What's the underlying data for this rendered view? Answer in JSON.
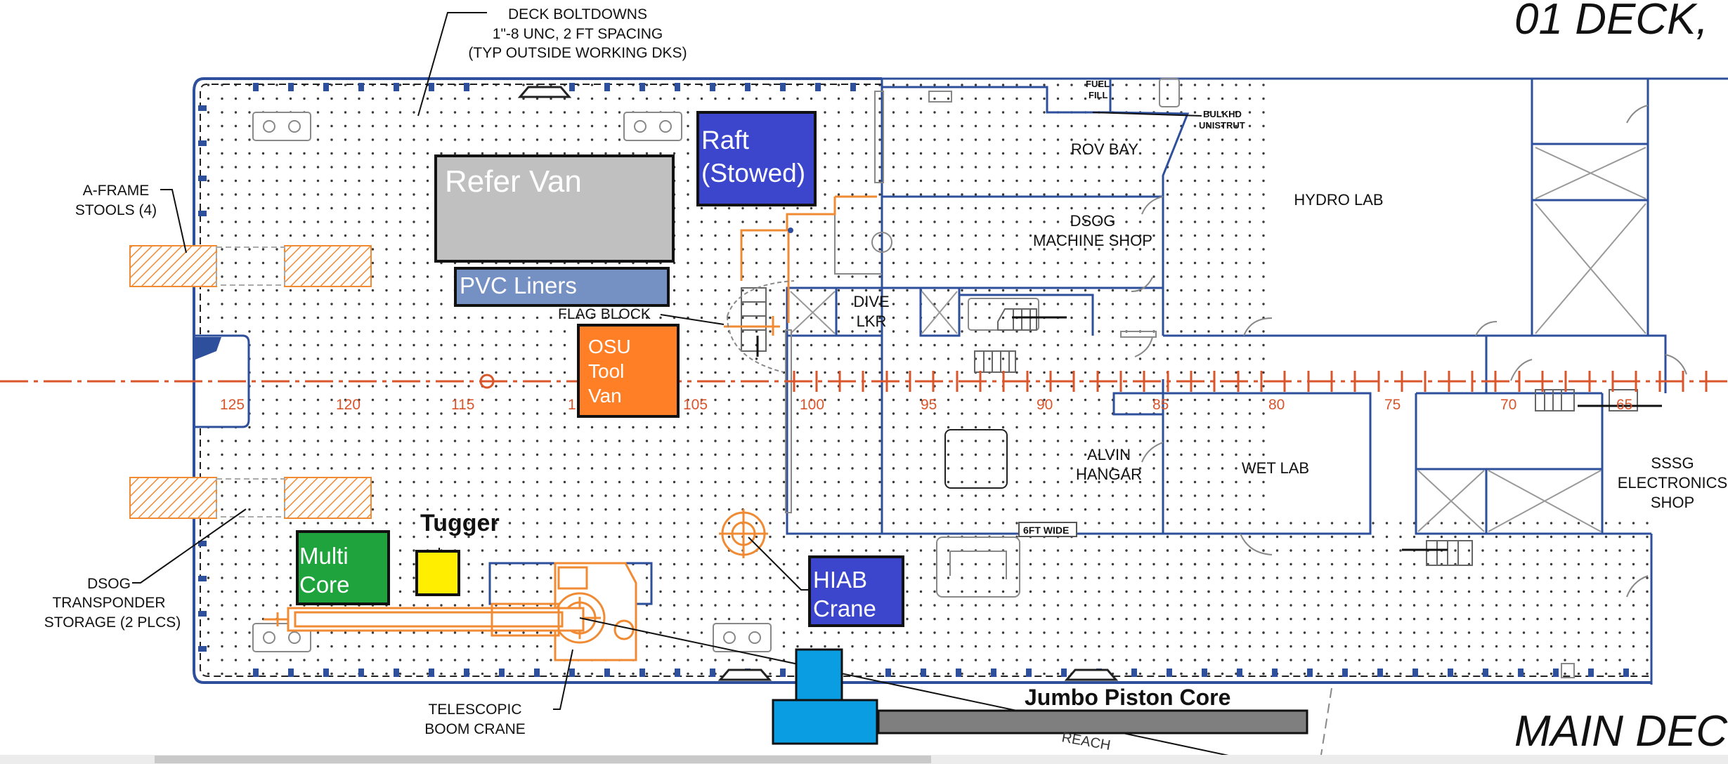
{
  "titles": {
    "top": "01 DECK,",
    "bottom": "MAIN DEC"
  },
  "callouts": {
    "deck_boltdowns": [
      "DECK BOLTDOWNS",
      "1\"-8 UNC,  2 FT SPACING",
      "(TYP OUTSIDE WORKING DKS)"
    ],
    "a_frame_stools": [
      "A-FRAME",
      "STOOLS (4)"
    ],
    "dsog_transponder": [
      "DSOG",
      "TRANSPONDER",
      "STORAGE (2 PLCS)"
    ],
    "telescopic_crane": [
      "TELESCOPIC",
      "BOOM CRANE"
    ],
    "flag_block": "FLAG BLOCK",
    "fuel_fill": [
      "FUEL",
      "FILL"
    ],
    "bulkhd_unistrut": [
      "BULKHD",
      "UNISTRUT"
    ],
    "six_ft_wide": "6FT WIDE",
    "reach": "REACH"
  },
  "equipment": {
    "refer_van": "Refer Van",
    "pvc_liners": "PVC Liners",
    "raft": [
      "Raft",
      "(Stowed)"
    ],
    "osu_tool_van": [
      "OSU",
      "Tool",
      "Van"
    ],
    "multi_core": [
      "Multi",
      "Core"
    ],
    "tugger": "Tugger",
    "hiab_crane": [
      "HIAB",
      "Crane"
    ],
    "jumbo_piston_core": "Jumbo Piston Core"
  },
  "rooms": {
    "rov_bay": "ROV BAY",
    "hydro_lab": "HYDRO LAB",
    "dsog_machine_shop": [
      "DSOG",
      "MACHINE SHOP"
    ],
    "dive_lkr": [
      "DIVE",
      "LKR"
    ],
    "alvin_hangar": [
      "ALVIN",
      "HANGAR"
    ],
    "wet_lab": "WET LAB",
    "sssg_electronics": [
      "SSSG",
      "ELECTRONICS",
      "SHOP"
    ]
  },
  "frames": [
    "125",
    "120",
    "115",
    "1",
    "105",
    "100",
    "95",
    "90",
    "85",
    "80",
    "75",
    "70",
    "65"
  ],
  "colors": {
    "structure": "#2e4f9c",
    "centerline": "#d9552b",
    "orange": "#f08a33",
    "refer_van": "#c0c0c0",
    "pvc_liners": "#7590c2",
    "raft": "#3c46cc",
    "osu_tool_van": "#ff7f27",
    "multi_core": "#1fa33c",
    "tugger": "#ffee00",
    "hiab_crane": "#3c46cc",
    "jumbo_blue": "#0a9de2",
    "jumbo_gray": "#7f7f7f"
  }
}
